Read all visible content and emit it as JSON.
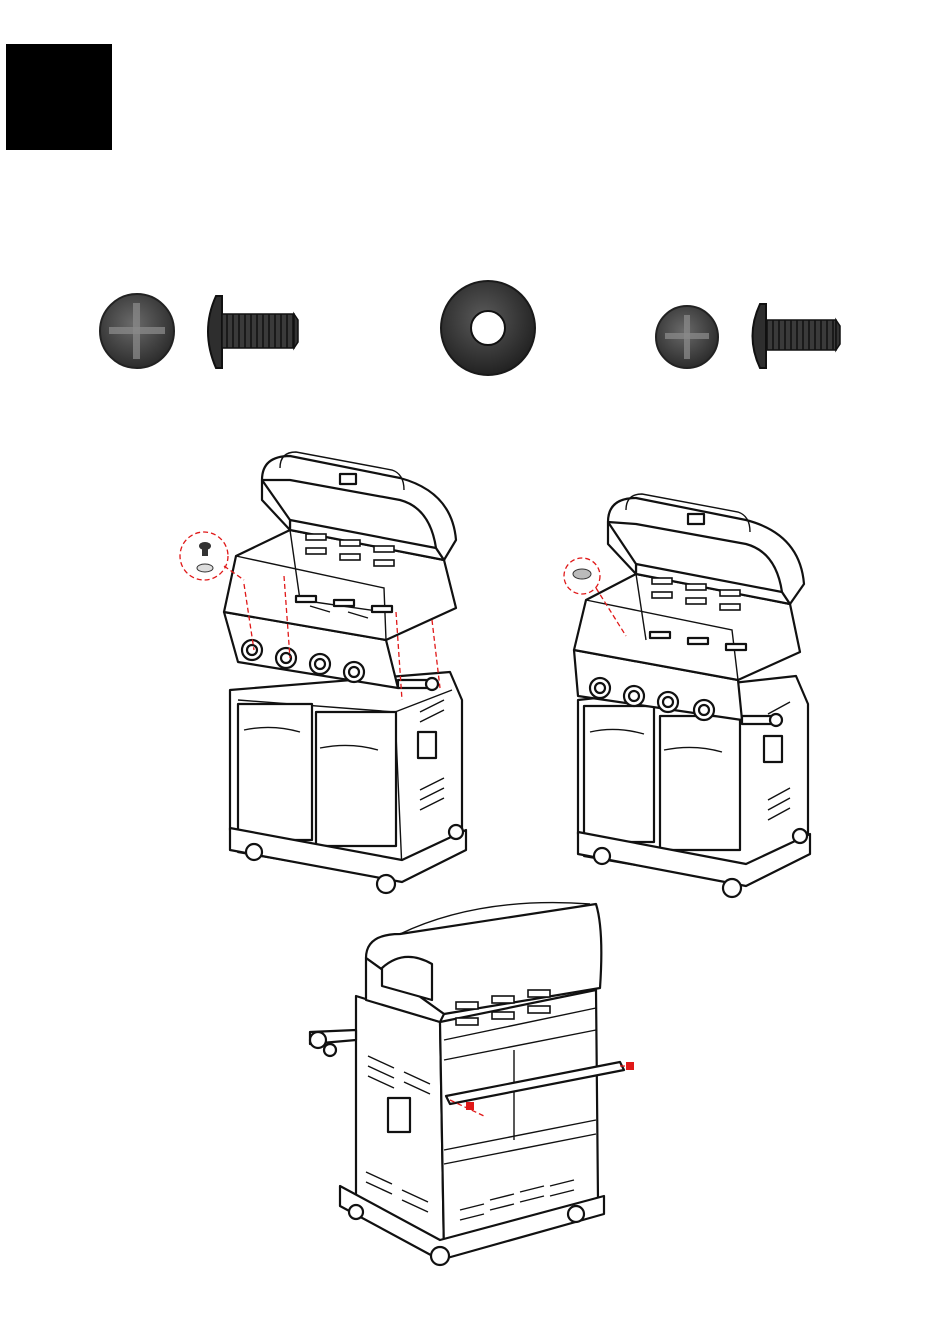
{
  "page": {
    "step_marker": {
      "color": "#000000"
    },
    "accent_color": "#e01818"
  },
  "hardware": [
    {
      "name": "large-screw",
      "icon": "phillips-screw-icon"
    },
    {
      "name": "washer",
      "icon": "washer-icon"
    },
    {
      "name": "small-screw",
      "icon": "phillips-screw-icon"
    }
  ],
  "figures": [
    {
      "name": "grill-head-install",
      "icon": "grill-diagram-icon"
    },
    {
      "name": "grill-head-installed",
      "icon": "grill-diagram-icon"
    },
    {
      "name": "grill-rear-bar",
      "icon": "grill-diagram-icon"
    }
  ]
}
